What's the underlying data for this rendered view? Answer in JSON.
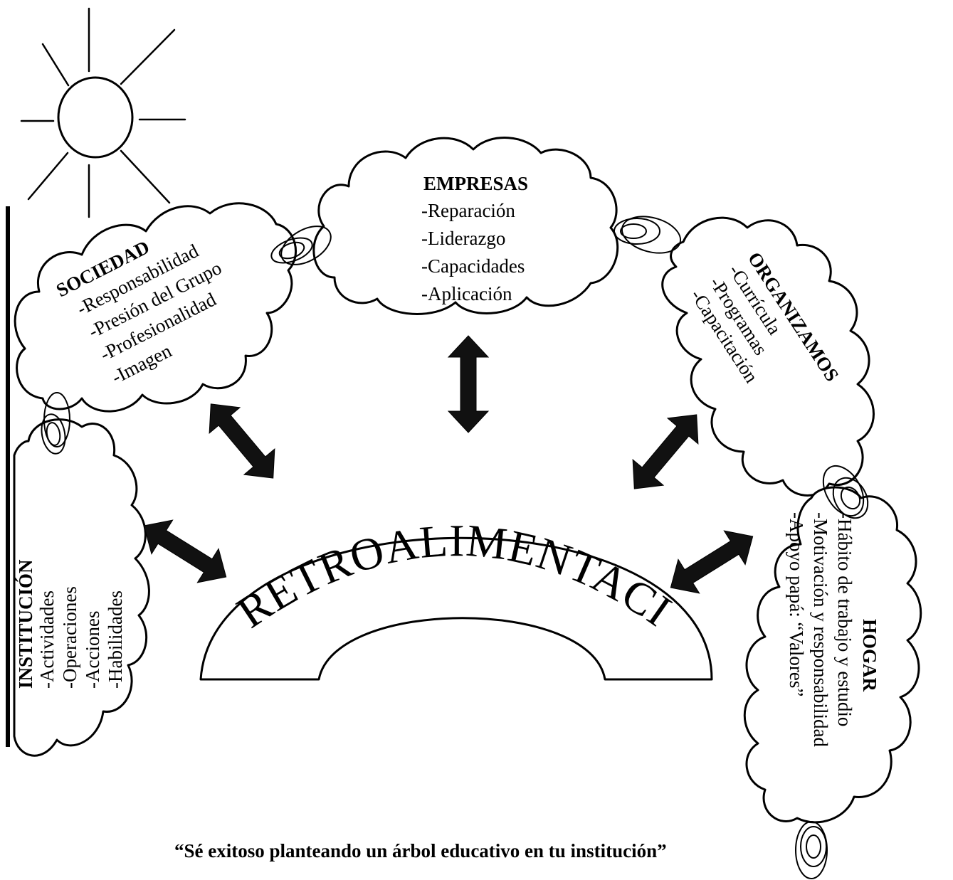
{
  "empresas": {
    "title": "EMPRESAS",
    "items": [
      "-Reparación",
      "-Liderazgo",
      "-Capacidades",
      "-Aplicación"
    ]
  },
  "sociedad": {
    "title": "SOCIEDAD",
    "items": [
      "-Responsabilidad",
      "-Presión del Grupo",
      "-Profesionalidad",
      "-Imagen"
    ]
  },
  "organizamos": {
    "title": "ORGANIZAMOS",
    "items": [
      "-Currícula",
      "-Programas",
      "-Capacitación"
    ]
  },
  "institucion": {
    "title": "INSTITUCIÓN",
    "items": [
      "-Actividades",
      "-Operaciones",
      "-Acciones",
      "-Habilidades"
    ]
  },
  "hogar": {
    "title": "HOGAR",
    "items": [
      "-Hábito de trabajo y estudio",
      "-Motivación y responsabilidad",
      "-Apoyo papá: “Valores”"
    ]
  },
  "center": {
    "label": "RETROALIMENTACIÓN"
  },
  "quote": "“Sé exitoso planteando un árbol educativo en tu institución”"
}
